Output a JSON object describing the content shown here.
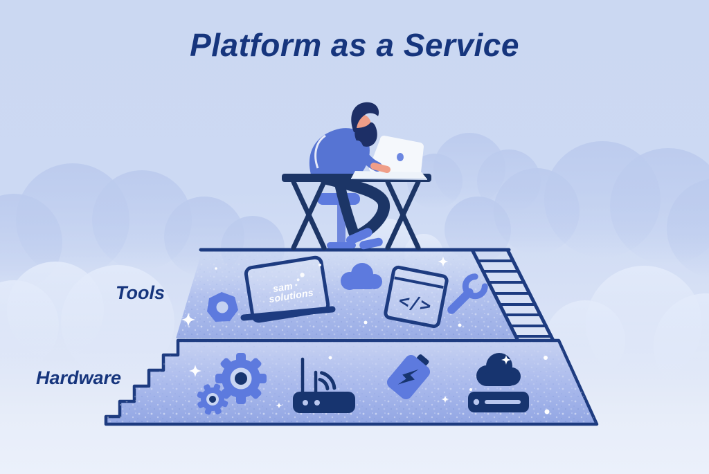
{
  "title": "Platform as a Service",
  "layers": {
    "tools": {
      "label": "Tools",
      "icons": [
        "hex-nut",
        "sam-solutions-laptop",
        "cloud",
        "code-window",
        "wrench",
        "ladder"
      ]
    },
    "hardware": {
      "label": "Hardware",
      "icons": [
        "gear-large",
        "gear-small",
        "wifi-router",
        "charging-battery",
        "cloud-storage-server",
        "stairs"
      ]
    }
  },
  "scene": {
    "figure": "man-working-on-laptop-at-desk"
  },
  "laptop_logo": {
    "line1": "sam",
    "line2": "solutions"
  },
  "code_glyph": "</>",
  "colors": {
    "navy": "#1d3b80",
    "dark_icon": "#17346f",
    "blue": "#5d7ade",
    "background_top": "#ccd9f2",
    "background_bottom": "#eaf0fa",
    "sparkle": "#ffffff"
  }
}
